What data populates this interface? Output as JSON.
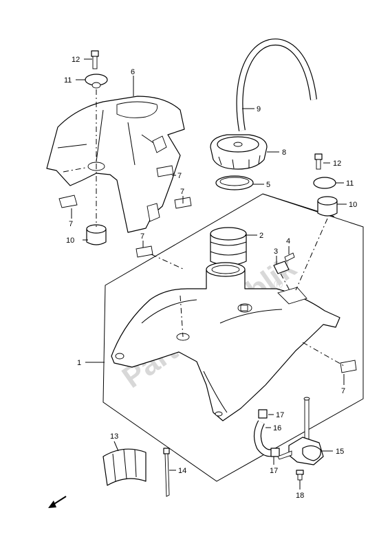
{
  "watermark": {
    "text": "PartsRepublik",
    "sub": "®"
  },
  "parts": [
    {
      "number": "1",
      "name": "tank"
    },
    {
      "number": "2",
      "name": "filler-neck-seal"
    },
    {
      "number": "3",
      "name": "bracket-plate"
    },
    {
      "number": "4",
      "name": "bolt"
    },
    {
      "number": "5",
      "name": "cap-gasket"
    },
    {
      "number": "6",
      "name": "tank-cover"
    },
    {
      "number": "7",
      "name": "cushion-pad"
    },
    {
      "number": "8",
      "name": "fuel-cap"
    },
    {
      "number": "9",
      "name": "breather-hose"
    },
    {
      "number": "10",
      "name": "cushion"
    },
    {
      "number": "11",
      "name": "washer"
    },
    {
      "number": "12",
      "name": "bolt"
    },
    {
      "number": "13",
      "name": "protector"
    },
    {
      "number": "14",
      "name": "clamp-tie"
    },
    {
      "number": "15",
      "name": "fuel-valve"
    },
    {
      "number": "16",
      "name": "fuel-hose"
    },
    {
      "number": "17",
      "name": "clip"
    },
    {
      "number": "18",
      "name": "screw"
    }
  ],
  "callouts": {
    "c12a": "12",
    "c11a": "11",
    "c6": "6",
    "c9": "9",
    "c8": "8",
    "c12b": "12",
    "c5": "5",
    "c11b": "11",
    "c10b": "10",
    "c7a": "7",
    "c7b": "7",
    "c7c": "7",
    "c7d": "7",
    "c7e": "7",
    "c10a": "10",
    "c2": "2",
    "c3": "3",
    "c4": "4",
    "c1": "1",
    "c17a": "17",
    "c16": "16",
    "c15": "15",
    "c17b": "17",
    "c18": "18",
    "c13": "13",
    "c14": "14"
  },
  "front_arrow": {
    "icon": "front-direction-arrow-icon"
  }
}
